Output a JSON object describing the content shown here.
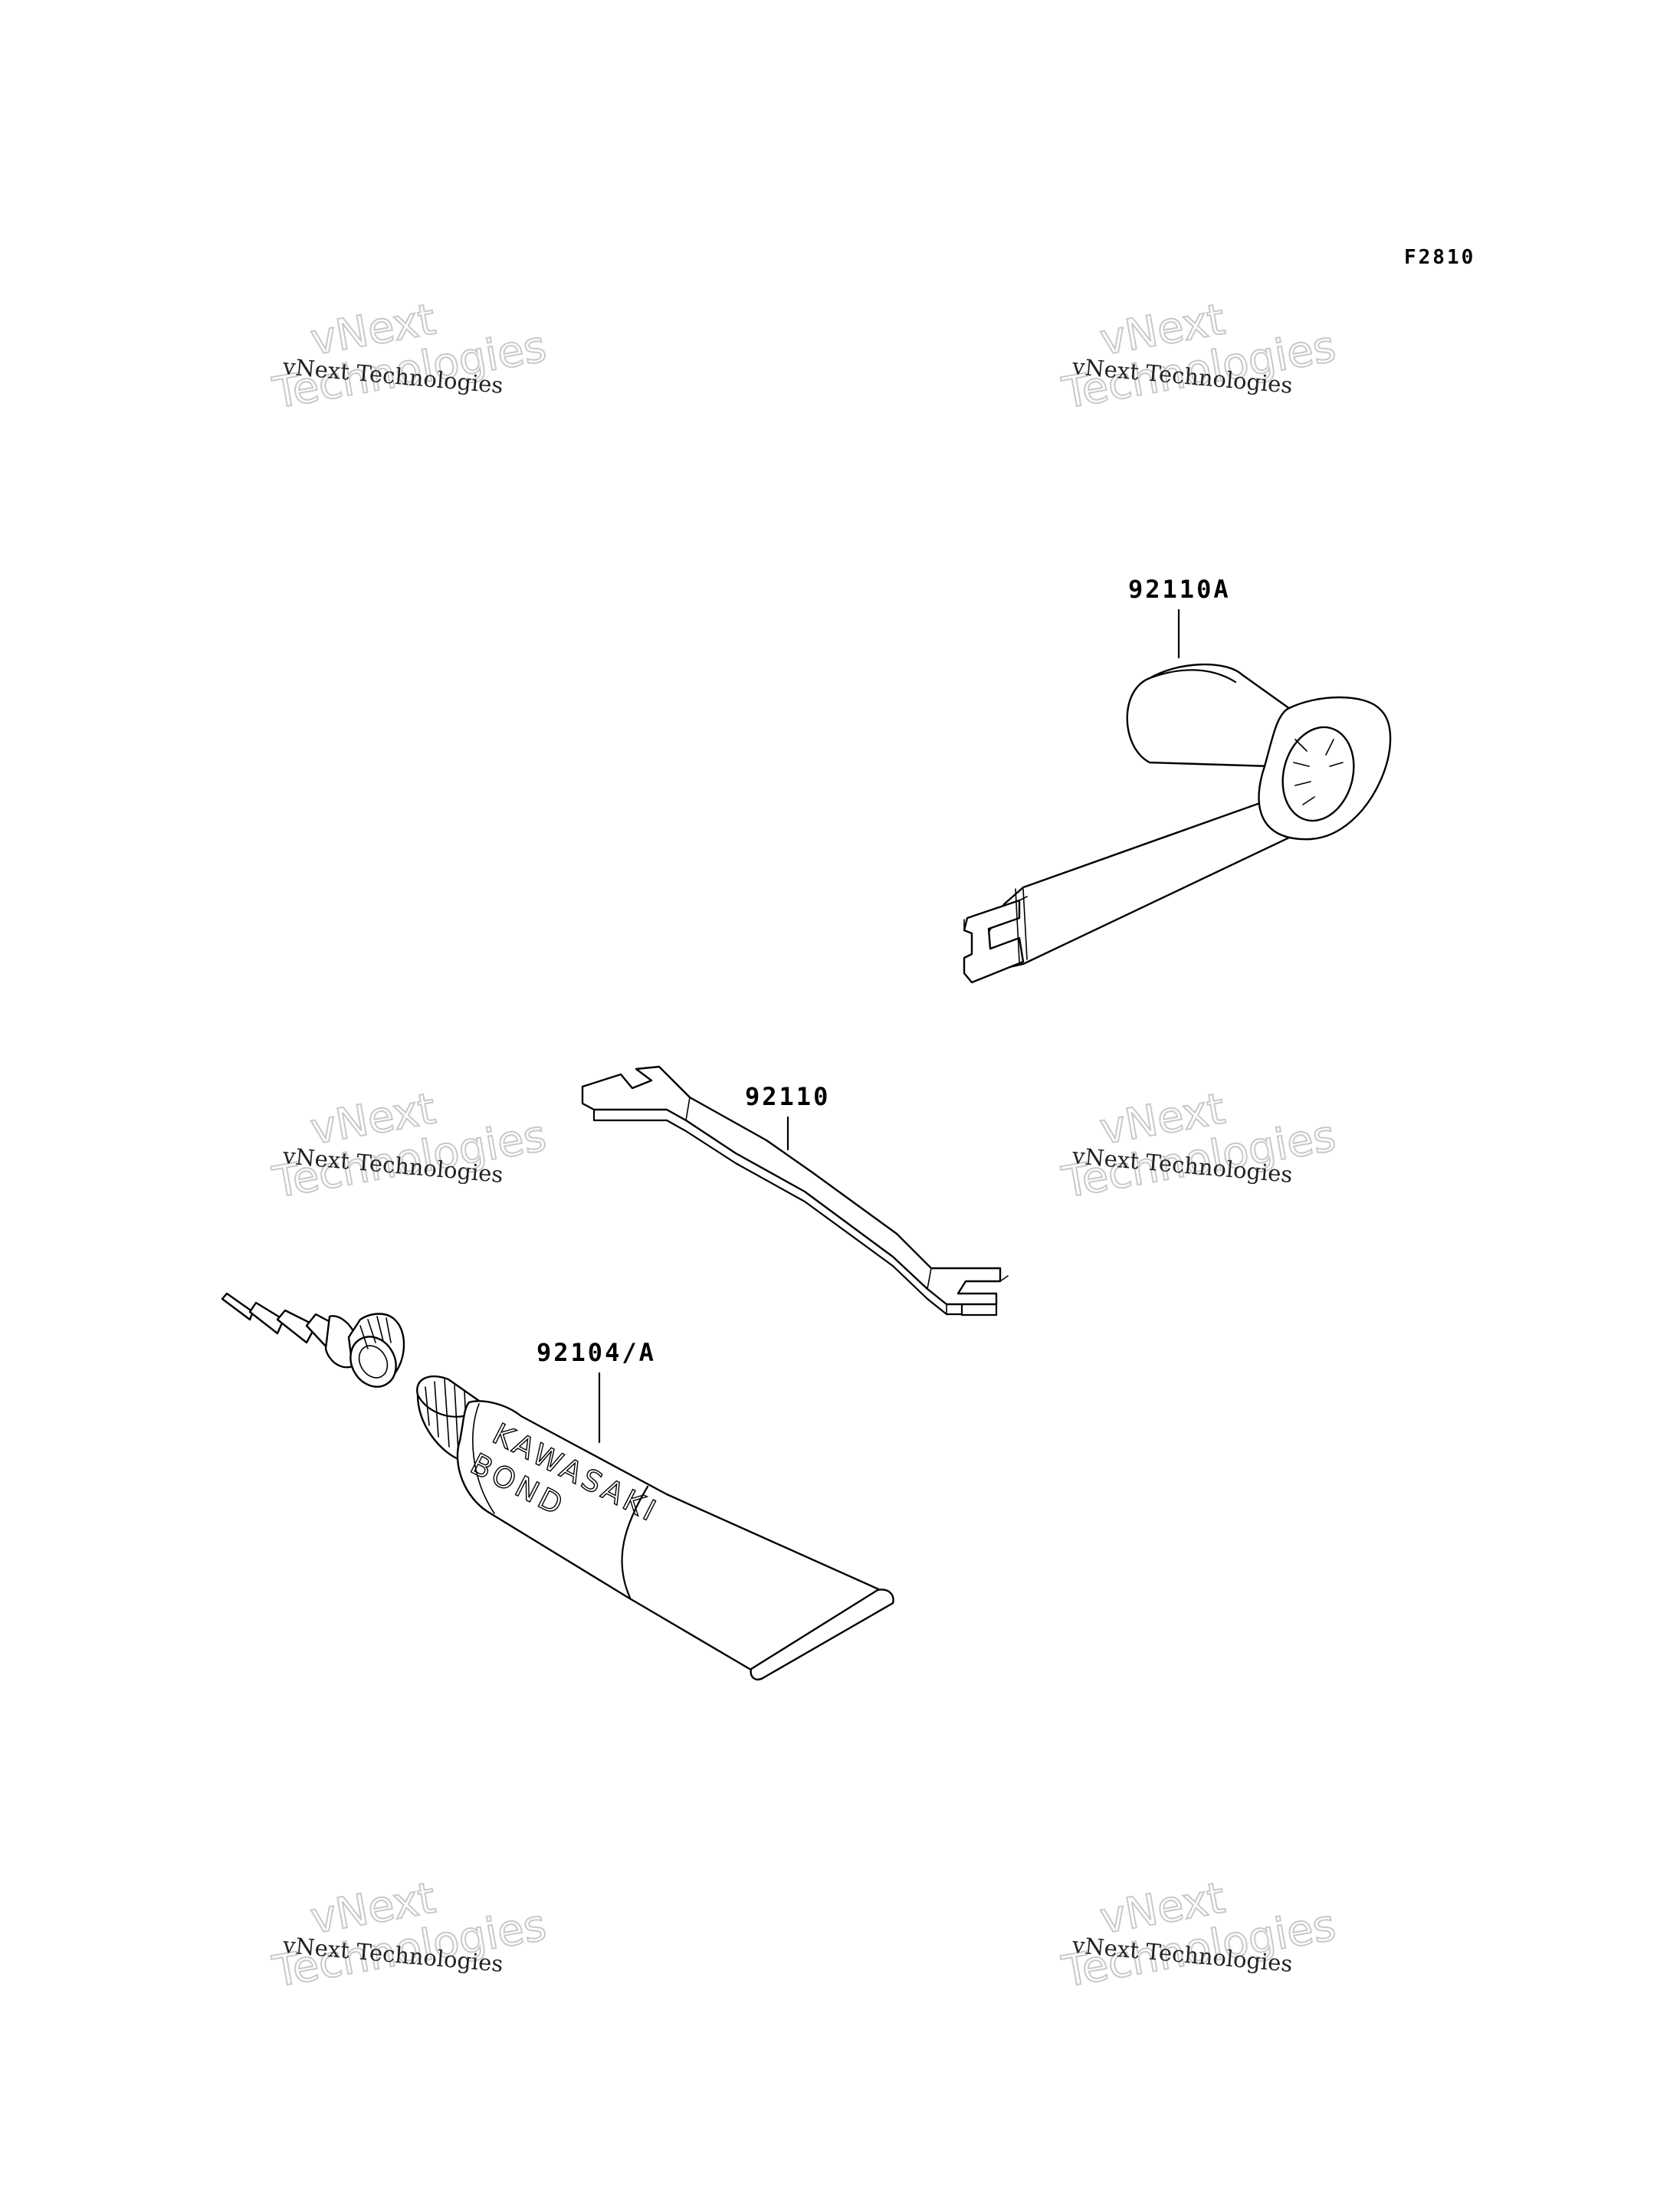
{
  "figure_code": "F2810",
  "watermark": {
    "line_small": "vNext Technologies",
    "line_big_1": "vNext",
    "line_big_2": "Technologies"
  },
  "parts": {
    "ring_wrench": {
      "part_number": "92110A"
    },
    "spanner": {
      "part_number": "92110"
    },
    "bond_tube": {
      "part_number": "92104/A",
      "label_line_1": "KAWASAKI",
      "label_line_2": "BOND"
    }
  }
}
